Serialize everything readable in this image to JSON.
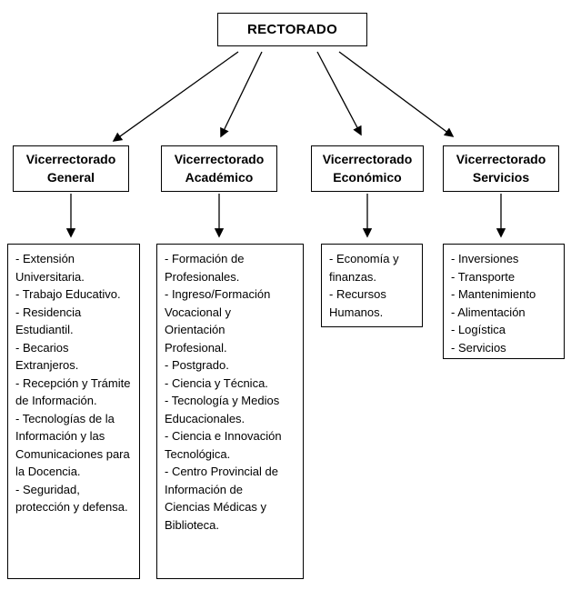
{
  "root": {
    "label": "RECTORADO"
  },
  "branches": [
    {
      "title": "Vicerrectorado General",
      "items": [
        "- Extensión Universitaria.",
        "- Trabajo Educativo.",
        "- Residencia Estudiantil.",
        "- Becarios Extranjeros.",
        "- Recepción y Trámite de Información.",
        "- Tecnologías de la Información y las Comunicaciones para la Docencia.",
        "- Seguridad, protección y defensa."
      ]
    },
    {
      "title": "Vicerrectorado Académico",
      "items": [
        "- Formación de Profesionales.",
        "- Ingreso/Formación Vocacional y Orientación Profesional.",
        "- Postgrado.",
        "- Ciencia y Técnica.",
        "- Tecnología y Medios Educacionales.",
        "- Ciencia e Innovación Tecnológica.",
        "- Centro Provincial de Información de Ciencias Médicas y Biblioteca."
      ]
    },
    {
      "title": "Vicerrectorado Económico",
      "items": [
        "- Economía y finanzas.",
        "- Recursos Humanos."
      ]
    },
    {
      "title": "Vicerrectorado Servicios",
      "items": [
        "- Inversiones",
        "- Transporte",
        "- Mantenimiento",
        "- Alimentación",
        "- Logística",
        "- Servicios"
      ]
    }
  ],
  "colors": {
    "line": "#000000",
    "border": "#000000",
    "text": "#000000",
    "background": "#ffffff"
  }
}
